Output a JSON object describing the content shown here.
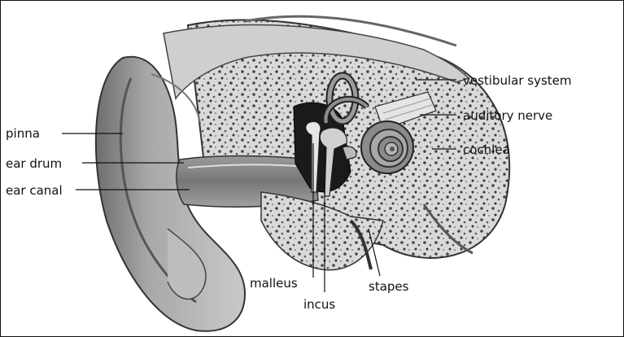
{
  "labels": {
    "pinna": "pinna",
    "ear_drum": "ear drum",
    "ear_canal": "ear canal",
    "vestibular_system": "vestibular system",
    "auditory_nerve": "auditory nerve",
    "cochlea": "cochlea",
    "malleus": "malleus",
    "incus": "incus",
    "stapes": "stapes"
  }
}
